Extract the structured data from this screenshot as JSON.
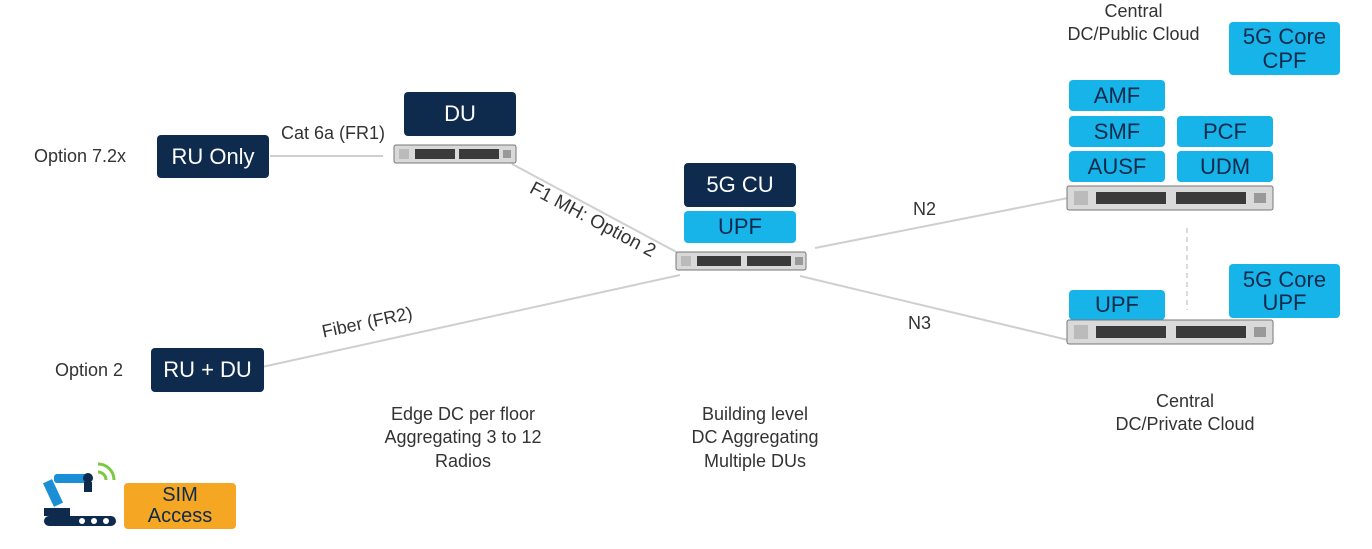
{
  "left": {
    "option_7_2x": "Option 7.2x",
    "ru_only": "RU Only",
    "cat6a": "Cat 6a (FR1)",
    "du": "DU",
    "f1mh": "F1 MH: Option 2",
    "fiber": "Fiber (FR2)",
    "option_2": "Option 2",
    "ru_du": "RU + DU"
  },
  "middle": {
    "cu": "5G CU",
    "upf": "UPF",
    "n2": "N2",
    "n3": "N3"
  },
  "right": {
    "public_cloud_line1": "Central",
    "public_cloud_line2": "DC/Public Cloud",
    "core_cpf_line1": "5G Core",
    "core_cpf_line2": "CPF",
    "amf": "AMF",
    "smf": "SMF",
    "pcf": "PCF",
    "ausf": "AUSF",
    "udm": "UDM",
    "upf": "UPF",
    "core_upf_line1": "5G Core",
    "core_upf_line2": "UPF",
    "private_cloud_line1": "Central",
    "private_cloud_line2": "DC/Private Cloud"
  },
  "captions": {
    "edge_line1": "Edge DC per floor",
    "edge_line2": "Aggregating 3 to 12",
    "edge_line3": "Radios",
    "building_line1": "Building level",
    "building_line2": "DC Aggregating",
    "building_line3": "Multiple DUs"
  },
  "badge": {
    "sim_line1": "SIM",
    "sim_line2": "Access",
    "icon": "robot-arm-wireless-icon"
  },
  "colors": {
    "dark_box": "#0e2a4d",
    "light_box": "#16b4e8",
    "badge": "#f5a623"
  }
}
